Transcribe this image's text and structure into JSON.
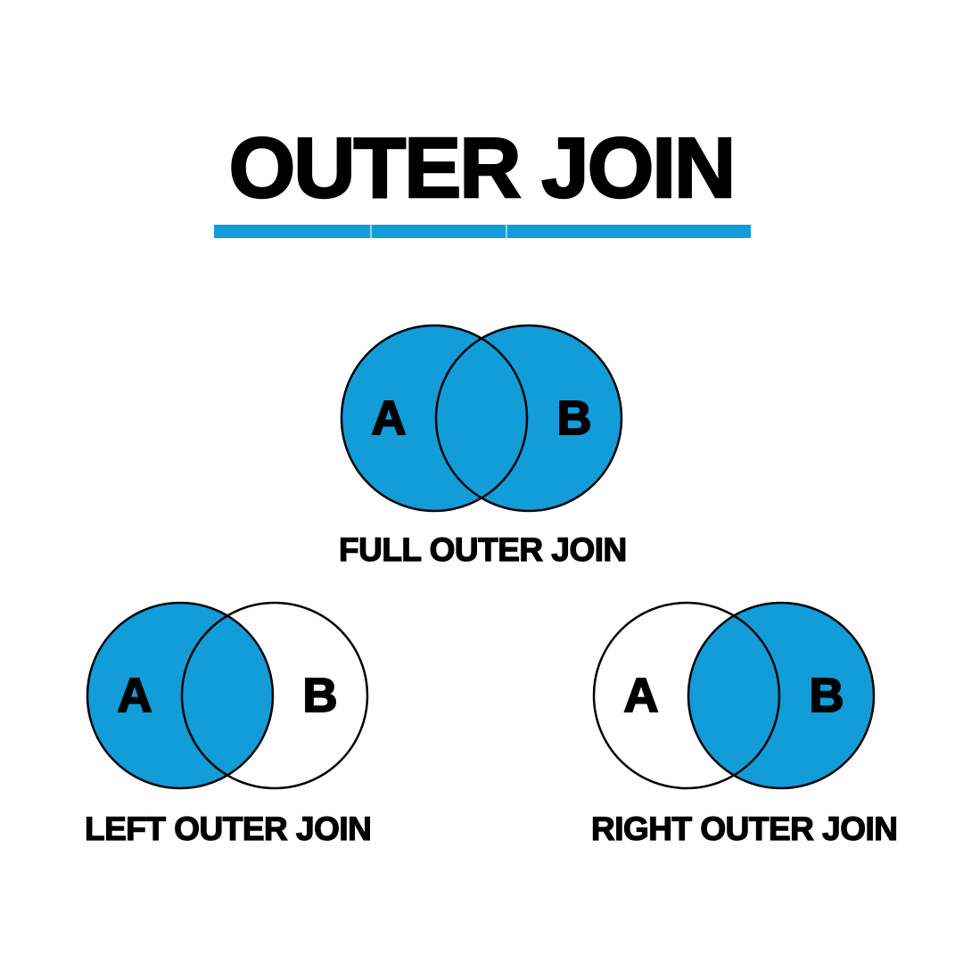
{
  "page": {
    "background": "#FFFFFF"
  },
  "colors": {
    "accent_blue": "#129CD8",
    "circle_outline": "#000000",
    "ink": "#000000",
    "empty_fill": "#FFFFFF"
  },
  "title": {
    "text": "OUTER JOIN",
    "underline_segments": 3
  },
  "diagrams": [
    {
      "id": "full-outer-join",
      "caption": "FULL OUTER JOIN",
      "left_label": "A",
      "right_label": "B",
      "left_fill": "#129CD8",
      "right_fill": "#129CD8",
      "intersection_fill": "#129CD8"
    },
    {
      "id": "left-outer-join",
      "caption": "LEFT OUTER JOIN",
      "left_label": "A",
      "right_label": "B",
      "left_fill": "#129CD8",
      "right_fill": "#FFFFFF",
      "intersection_fill": "#129CD8"
    },
    {
      "id": "right-outer-join",
      "caption": "RIGHT OUTER JOIN",
      "left_label": "A",
      "right_label": "B",
      "left_fill": "#FFFFFF",
      "right_fill": "#129CD8",
      "intersection_fill": "#129CD8"
    }
  ]
}
